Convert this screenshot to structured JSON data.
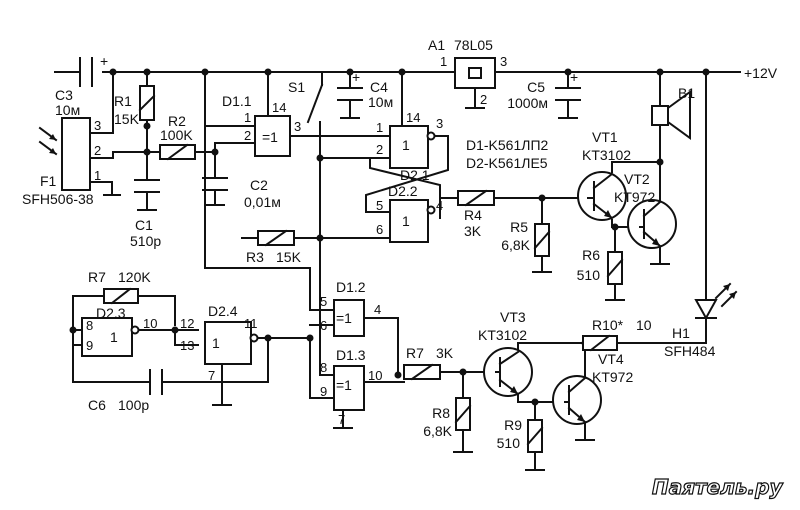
{
  "supply": {
    "label": "+12V"
  },
  "regulator": {
    "ref": "A1",
    "part": "78L05",
    "pin_in": "1",
    "pin_gnd": "2",
    "pin_out": "3"
  },
  "switch": {
    "ref": "S1"
  },
  "capacitors": {
    "c3": {
      "ref": "C3",
      "value": "10м"
    },
    "c4": {
      "ref": "C4",
      "value": "10м"
    },
    "c5": {
      "ref": "C5",
      "value": "1000м"
    },
    "c2": {
      "ref": "C2",
      "value": "0,01м"
    },
    "c1": {
      "ref": "C1",
      "value": "510р"
    },
    "c6": {
      "ref": "C6",
      "value": "100р"
    }
  },
  "resistors": {
    "r1": {
      "ref": "R1",
      "value": "15K"
    },
    "r2": {
      "ref": "R2",
      "value": "100K"
    },
    "r3": {
      "ref": "R3",
      "value": "15K"
    },
    "r4": {
      "ref": "R4",
      "value": "3K"
    },
    "r5": {
      "ref": "R5",
      "value": "6,8K"
    },
    "r6": {
      "ref": "R6",
      "value": "510"
    },
    "r7a": {
      "ref": "R7",
      "value": "120K"
    },
    "r7b": {
      "ref": "R7",
      "value": "3K"
    },
    "r8": {
      "ref": "R8",
      "value": "6,8K"
    },
    "r9": {
      "ref": "R9",
      "value": "510"
    },
    "r10": {
      "ref": "R10*",
      "value": "10"
    }
  },
  "sensor": {
    "ref": "F1",
    "part": "SFH506-38",
    "pin1": "1",
    "pin2": "2",
    "pin3": "3"
  },
  "emitter": {
    "ref": "H1",
    "part": "SFH484"
  },
  "buzzer": {
    "ref": "B1"
  },
  "transistors": {
    "vt1": {
      "ref": "VT1",
      "part": "KT3102"
    },
    "vt2": {
      "ref": "VT2",
      "part": "KT972"
    },
    "vt3": {
      "ref": "VT3",
      "part": "KT3102"
    },
    "vt4": {
      "ref": "VT4",
      "part": "KT972"
    }
  },
  "chips": {
    "d1_note": "D1-K561ЛП2",
    "d2_note": "D2-K561ЛЕ5"
  },
  "gates": {
    "d11": {
      "ref": "D1.1",
      "sym": "=1",
      "pins": [
        "1",
        "2",
        "3",
        "14"
      ]
    },
    "d21": {
      "ref": "D2.1",
      "sym": "1",
      "pins": [
        "1",
        "2",
        "3",
        "14"
      ]
    },
    "d22": {
      "ref": "D2.2",
      "sym": "1",
      "pins": [
        "5",
        "6",
        "4"
      ]
    },
    "d23": {
      "ref": "D2.3",
      "sym": "1",
      "pins": [
        "8",
        "9",
        "10"
      ]
    },
    "d24": {
      "ref": "D2.4",
      "sym": "1",
      "pins": [
        "12",
        "13",
        "11",
        "7"
      ]
    },
    "d12": {
      "ref": "D1.2",
      "sym": "=1",
      "pins": [
        "5",
        "6",
        "4"
      ]
    },
    "d13": {
      "ref": "D1.3",
      "sym": "=1",
      "pins": [
        "8",
        "9",
        "10",
        "7"
      ]
    }
  },
  "watermark": "Паятель.ру"
}
